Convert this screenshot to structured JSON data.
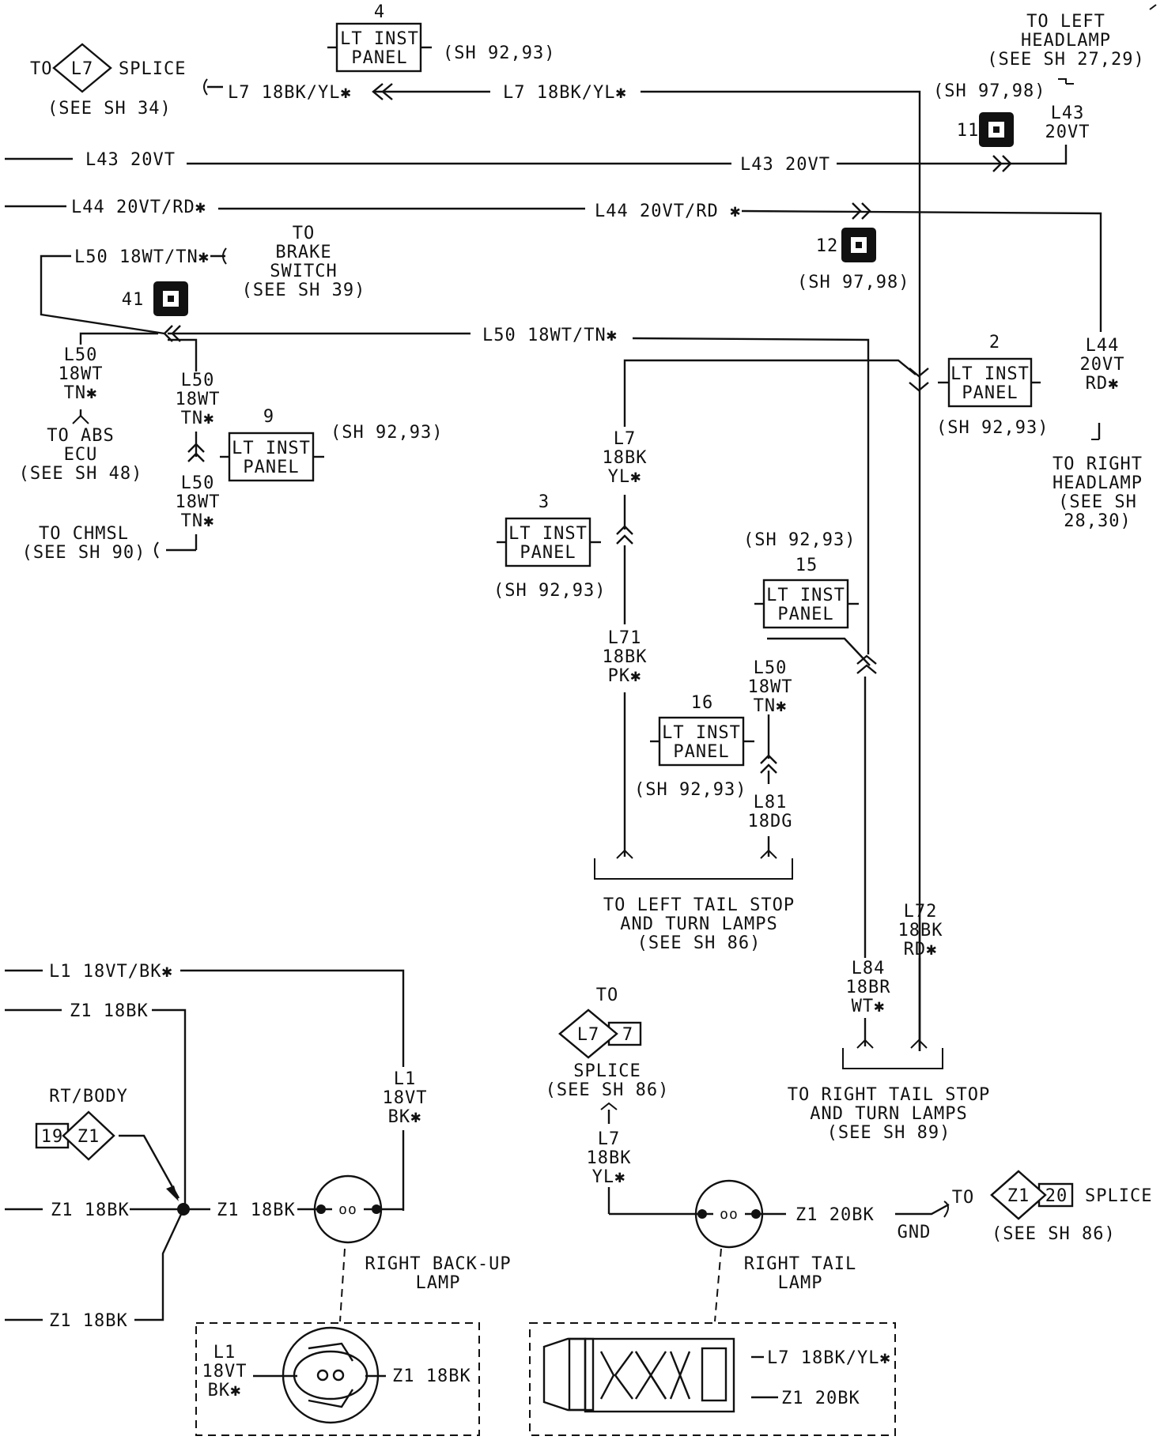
{
  "wires": {
    "l7_left": "L7 18BK/YL✱",
    "l7_mid": "L7 18BK/YL✱",
    "l43_left": "L43 20VT",
    "l43_mid": "L43 20VT",
    "l44_left": "L44 20VT/RD✱",
    "l44_mid": "L44 20VT/RD ✱",
    "l50_top": "L50 18WT/TN✱",
    "l50_mid": "L50 18WT/TN✱",
    "l1_top": "L1 18VT/BK✱",
    "z1_top": "Z1 18BK",
    "z1_mid": "Z1 18BK",
    "z1_bot": "Z1 18BK",
    "z1_lamp": "Z1 18BK",
    "z1_20bk": "Z1 20BK"
  },
  "stacks": {
    "l43_right": [
      "L43",
      "20VT"
    ],
    "l44_right": [
      "L44",
      "20VT",
      "RD✱"
    ],
    "l50_abs": [
      "L50",
      "18WT",
      "TN✱"
    ],
    "l50_a": [
      "L50",
      "18WT",
      "TN✱"
    ],
    "l50_b": [
      "L50",
      "18WT",
      "TN✱"
    ],
    "l7_v": [
      "L7",
      "18BK",
      "YL✱"
    ],
    "l71_v": [
      "L71",
      "18BK",
      "PK✱"
    ],
    "l50_c": [
      "L50",
      "18WT",
      "TN✱"
    ],
    "l81_v": [
      "L81",
      "18DG"
    ],
    "l72_v": [
      "L72",
      "18BK",
      "RD✱"
    ],
    "l84_v": [
      "L84",
      "18BR",
      "WT✱"
    ],
    "l1_v": [
      "L1",
      "18VT",
      "BK✱"
    ],
    "l7_bot": [
      "L7",
      "18BK",
      "YL✱"
    ]
  },
  "destinations": {
    "l7_splice_to": "TO",
    "l7_splice_label": "SPLICE",
    "l7_splice_ref": "(SEE SH 34)",
    "left_headlamp": [
      "TO LEFT",
      "HEADLAMP",
      "(SEE SH 27,29)"
    ],
    "brake_switch": [
      "TO",
      "BRAKE",
      "SWITCH",
      "(SEE SH 39)"
    ],
    "abs_ecu": [
      "TO ABS",
      "ECU",
      "(SEE SH 48)"
    ],
    "chmsl": [
      "TO CHMSL",
      "(SEE SH 90)"
    ],
    "right_headlamp": [
      "TO RIGHT",
      "HEADLAMP",
      "(SEE SH",
      "28,30)"
    ],
    "left_tail": [
      "TO LEFT TAIL STOP",
      "AND TURN LAMPS",
      "(SEE SH 86)"
    ],
    "right_tail": [
      "TO RIGHT TAIL STOP",
      "AND TURN LAMPS",
      "(SEE SH 89)"
    ],
    "splice_86_to": "TO",
    "splice_86": [
      "SPLICE",
      "(SEE SH 86)"
    ],
    "gnd_to": "TO",
    "gnd": "GND",
    "splice_z1_label": "SPLICE",
    "splice_z1_ref": "(SEE SH 86)",
    "rt_body": "RT/BODY"
  },
  "sheet_refs": {
    "c4": "(SH 92,93)",
    "c11": "(SH 97,98)",
    "c12": "(SH 97,98)",
    "c2": "(SH 92,93)",
    "c9": "(SH 92,93)",
    "c3": "(SH 92,93)",
    "c15": "(SH 92,93)",
    "c16": "(SH 92,93)"
  },
  "connectors": {
    "inst_panel_lines": [
      "LT INST",
      "PANEL"
    ],
    "n4": "4",
    "n2": "2",
    "n9": "9",
    "n3": "3",
    "n15": "15",
    "n16": "16",
    "n11": "11",
    "n12": "12",
    "n41": "41"
  },
  "splices": {
    "l7_code": "L7",
    "l7_b_code": "L7",
    "l7_b_num": "7",
    "z1_code": "Z1",
    "z1_b_code": "Z1",
    "z1_b_num": "20",
    "ground_num": "19"
  },
  "lamps": {
    "backup": [
      "RIGHT BACK-UP",
      "LAMP"
    ],
    "tail": [
      "RIGHT TAIL",
      "LAMP"
    ],
    "filament": "oo",
    "socket_l1": [
      "L1",
      "18VT",
      "BK✱"
    ],
    "socket_z1": "Z1 18BK",
    "tail_l7": "L7 18BK/YL✱",
    "tail_z1": "Z1 20BK"
  }
}
